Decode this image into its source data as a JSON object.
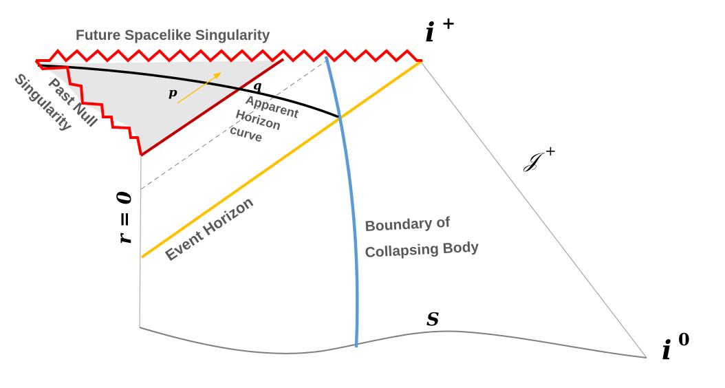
{
  "labels": {
    "future_singularity": "Future Spacelike Singularity",
    "past_null_line1": "Past Null",
    "past_null_line2": "Singularity",
    "apparent_line1": "Apparent",
    "apparent_line2": "Horizon",
    "apparent_line3": "curve",
    "event_horizon": "Event Horizon",
    "boundary_line1": "Boundary of",
    "boundary_line2": "Collapsing Body",
    "r_zero": "r = 0",
    "point_p": "p",
    "point_q": "q",
    "i_plus": "i",
    "i_plus_sup": "+",
    "i_zero": "i",
    "i_zero_sup": "0",
    "scri_plus": "𝒥",
    "scri_plus_sup": "+",
    "surface_s": "S"
  },
  "colors": {
    "singularity": "#ff0000",
    "trapped_boundary": "#c00000",
    "event_horizon": "#ffc000",
    "collapsing_body": "#5b9bd5",
    "apparent_horizon": "#000000",
    "trapped_region_fill": "#e6e6e6",
    "label_gray": "#595959"
  }
}
